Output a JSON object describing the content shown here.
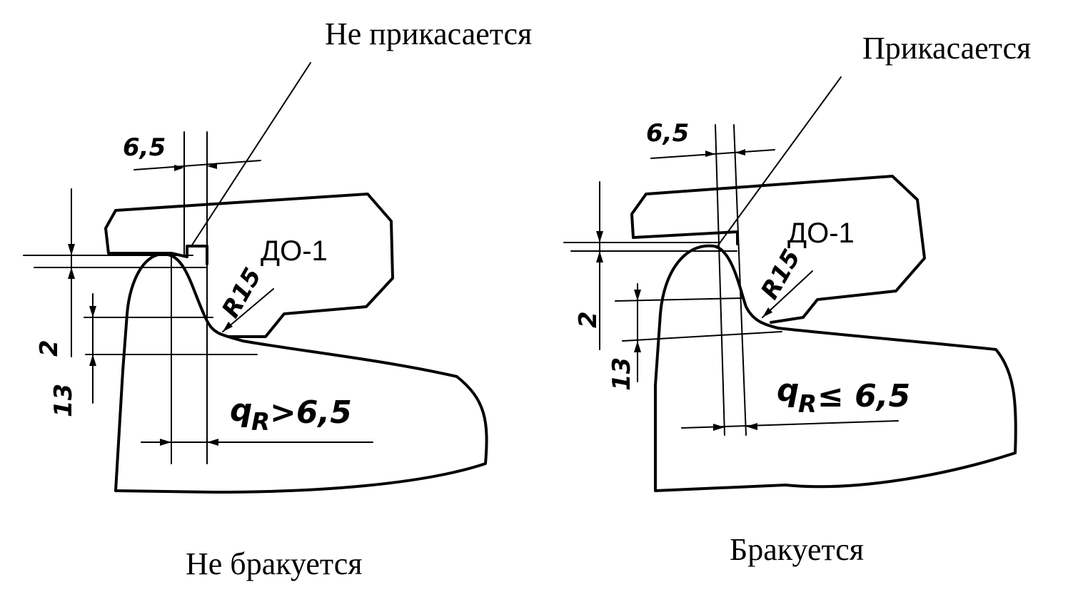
{
  "left": {
    "pointer_label": "Не прикасается",
    "dim_top": "6,5",
    "dim_side_small": "2",
    "dim_side_large": "13",
    "gauge_name": "ДО-1",
    "radius": "R15",
    "qr_symbol": "q",
    "qr_subscript": "R",
    "qr_condition": ">6,5",
    "verdict": "Не бракуется"
  },
  "right": {
    "pointer_label": "Прикасается",
    "dim_top": "6,5",
    "dim_side_small": "2",
    "dim_side_large": "13",
    "gauge_name": "ДО-1",
    "radius": "R15",
    "qr_symbol": "q",
    "qr_subscript": "R",
    "qr_condition": "≤ 6,5",
    "verdict": "Бракуется"
  }
}
